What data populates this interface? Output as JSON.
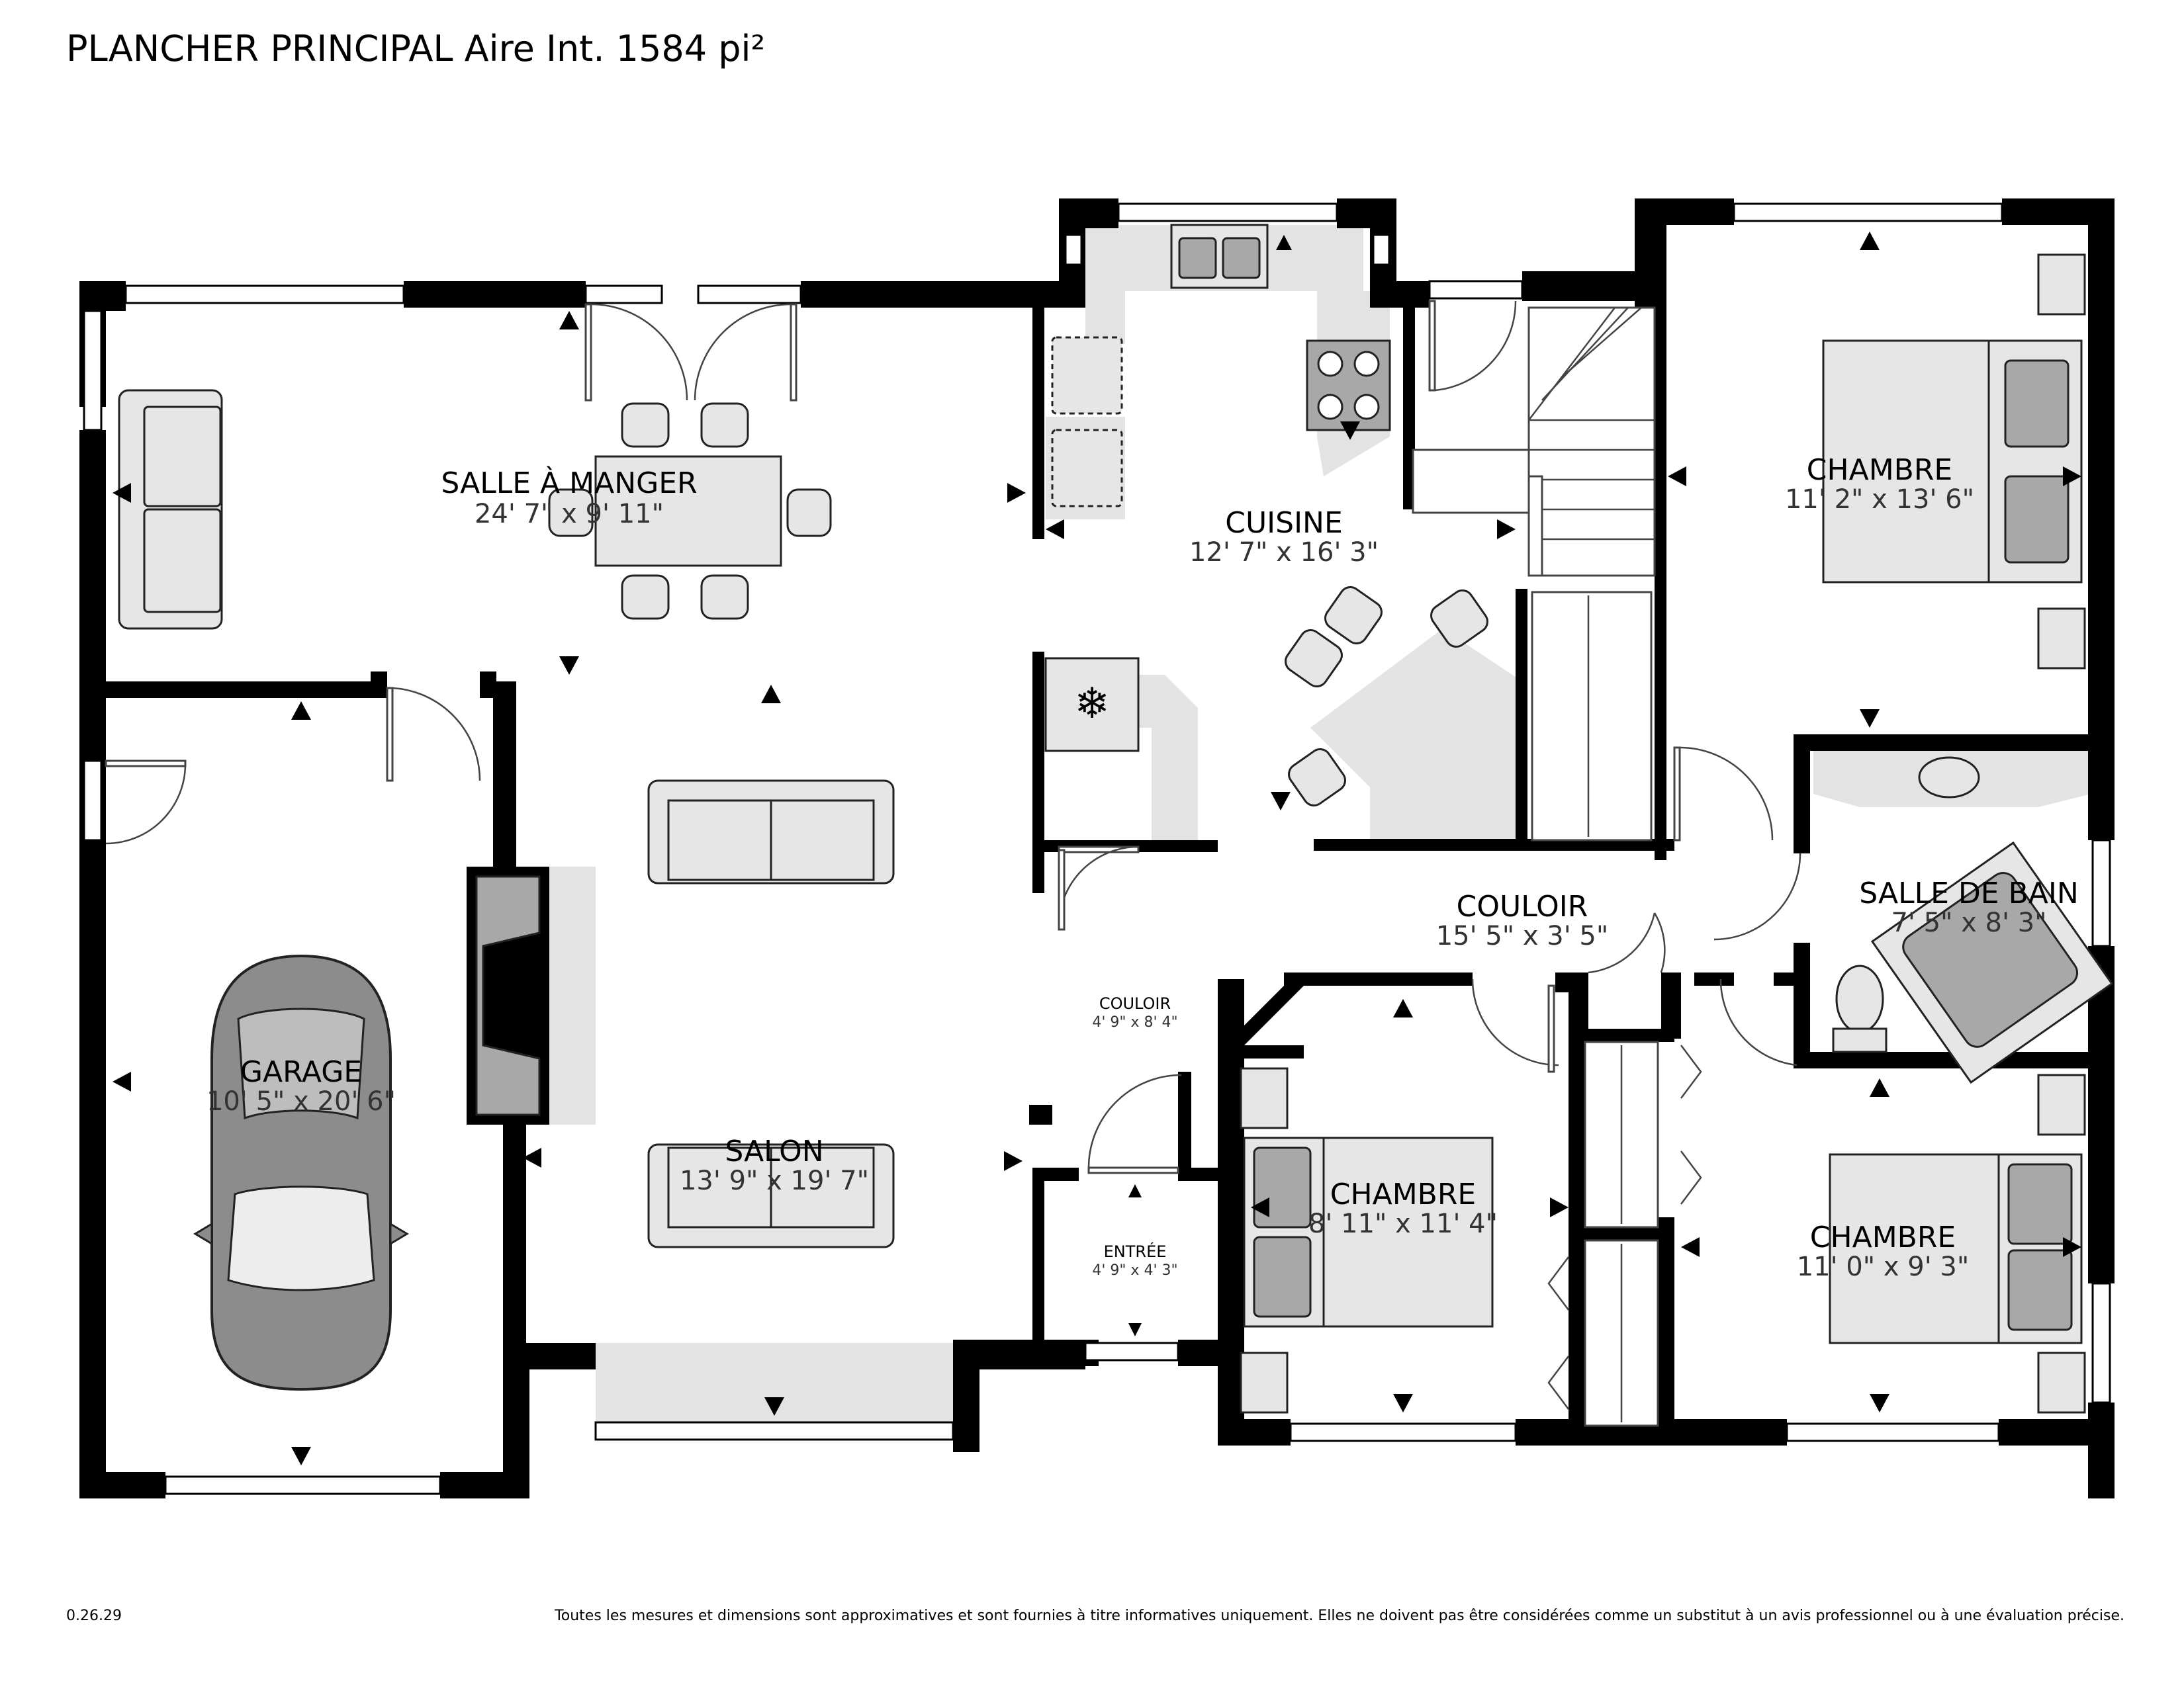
{
  "header": {
    "title": "PLANCHER PRINCIPAL Aire Int. 1584 pi²"
  },
  "footer": {
    "version": "0.26.29",
    "disclaimer": "Toutes les mesures et dimensions sont approximatives et sont fournies à titre informatives uniquement. Elles ne doivent pas être considérées comme un substitut à un avis professionnel ou à une évaluation précise."
  },
  "rooms": {
    "salle_a_manger": {
      "name": "SALLE À MANGER",
      "dims": "24' 7\" x 9' 11\""
    },
    "cuisine": {
      "name": "CUISINE",
      "dims": "12' 7\" x 16' 3\""
    },
    "chambre_1": {
      "name": "CHAMBRE",
      "dims": "11' 2\" x 13' 6\""
    },
    "couloir_main": {
      "name": "COULOIR",
      "dims": "15' 5\" x 3' 5\""
    },
    "salle_de_bain": {
      "name": "SALLE DE BAIN",
      "dims": "7' 5\" x 8' 3\""
    },
    "garage": {
      "name": "GARAGE",
      "dims": "10' 5\" x 20' 6\""
    },
    "salon": {
      "name": "SALON",
      "dims": "13' 9\" x 19' 7\""
    },
    "couloir_small": {
      "name": "COULOIR",
      "dims": "4' 9\" x 8' 4\""
    },
    "entree": {
      "name": "ENTRÉE",
      "dims": "4' 9\" x 4' 3\""
    },
    "chambre_2": {
      "name": "CHAMBRE",
      "dims": "8' 11\" x 11' 4\""
    },
    "chambre_3": {
      "name": "CHAMBRE",
      "dims": "11' 0\" x 9' 3\""
    }
  },
  "colors": {
    "wall": "#000000",
    "floor_fixture": "#e6e6e6",
    "dark_fixture": "#a8a8a8",
    "background": "#ffffff"
  },
  "icons": [
    "view-arrow-icon",
    "snowflake-icon",
    "sink-icon",
    "stove-icon",
    "toilet-icon",
    "car-icon"
  ]
}
